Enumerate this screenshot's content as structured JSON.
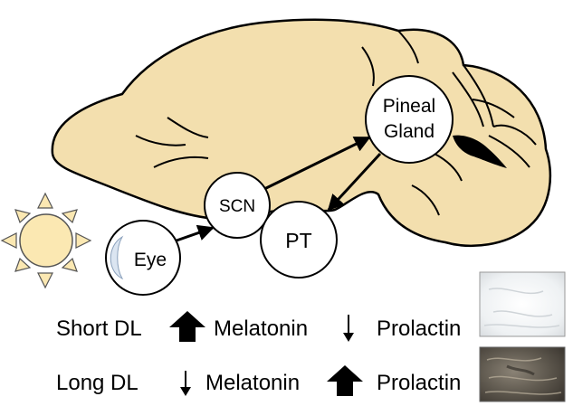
{
  "diagram": {
    "nodes": {
      "eye": "Eye",
      "scn": "SCN",
      "pt": "PT",
      "pineal_line1": "Pineal",
      "pineal_line2": "Gland"
    },
    "legend": {
      "short": {
        "condition": "Short DL",
        "melatonin": "Melatonin",
        "prolactin": "Prolactin",
        "melatonin_change": "large-up-arrow",
        "prolactin_change": "small-down-arrow"
      },
      "long": {
        "condition": "Long DL",
        "melatonin": "Melatonin",
        "prolactin": "Prolactin",
        "melatonin_change": "small-down-arrow",
        "prolactin_change": "large-up-arrow"
      }
    },
    "icons": {
      "sun": "sun-icon",
      "white_fur": "white-winter-coat-photo",
      "dark_fur": "dark-summer-coat-photo"
    },
    "colors": {
      "brain_fill": "#f3dfae",
      "sun_fill": "#fbe8b2",
      "ray_fill": "#fbe8b2",
      "outline": "#000000",
      "node_fill": "#ffffff",
      "eye_crescent": "#dbe5f1"
    }
  }
}
